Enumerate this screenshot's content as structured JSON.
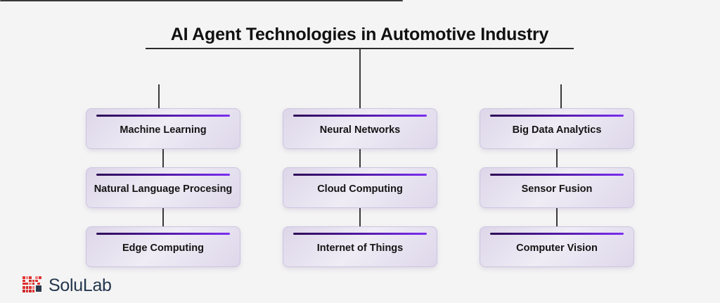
{
  "page": {
    "title": "AI Agent Technologies in Automotive Industry",
    "background_color": "#f4f4f4"
  },
  "theme": {
    "accent_dark": "#2e0d56",
    "accent_bright": "#7b2ff0",
    "node_border": "#cdc4e0",
    "connector": "#3a3a3a",
    "text": "#141414",
    "logo_mark_red": "#e03131",
    "logo_text_navy": "#24374d"
  },
  "diagram": {
    "type": "tree",
    "root_label": "AI Agent Technologies in Automotive Industry",
    "columns": [
      {
        "name": "column-1",
        "nodes": [
          {
            "label": "Machine Learning"
          },
          {
            "label": "Natural Language Procesing"
          },
          {
            "label": "Edge Computing"
          }
        ]
      },
      {
        "name": "column-2",
        "nodes": [
          {
            "label": "Neural Networks"
          },
          {
            "label": "Cloud Computing"
          },
          {
            "label": "Internet of Things"
          }
        ]
      },
      {
        "name": "column-3",
        "nodes": [
          {
            "label": "Big Data Analytics"
          },
          {
            "label": "Sensor Fusion"
          },
          {
            "label": "Computer Vision"
          }
        ]
      }
    ]
  },
  "logo": {
    "text": "SoluLab",
    "mark_name": "solulab-pixel-mark"
  }
}
